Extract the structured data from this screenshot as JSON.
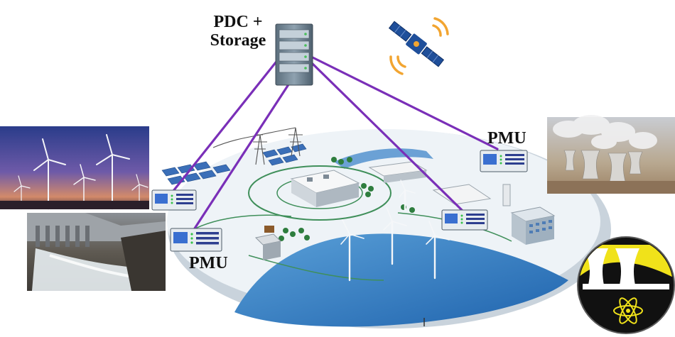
{
  "labels": {
    "pdc_line1": "PDC +",
    "pdc_line2": "Storage",
    "pmu_right": "PMU",
    "pmu_left": "PMU"
  },
  "colors": {
    "link_line": "#7a2fb8",
    "water": "#2f7fc8",
    "platform": "#eef3f7",
    "grass_road": "#3f8f5a",
    "solar_panel": "#3b6fb8",
    "pmu_screen": "#3a6fd0",
    "pmu_led": "#37c24a",
    "satellite_body": "#1f4f9a",
    "satellite_signal": "#f2a531",
    "nuclear_yellow": "#f0e21a"
  },
  "icons": [
    "server-rack-icon",
    "satellite-icon",
    "wind-farm-photo",
    "hydro-dam-photo",
    "cooling-tower-photo",
    "nuclear-plant-icon",
    "pmu-device-icon",
    "solar-panel-icon",
    "transmission-tower-icon",
    "wind-turbine-icon",
    "tree-icon",
    "substation-icon",
    "office-building-icon"
  ]
}
